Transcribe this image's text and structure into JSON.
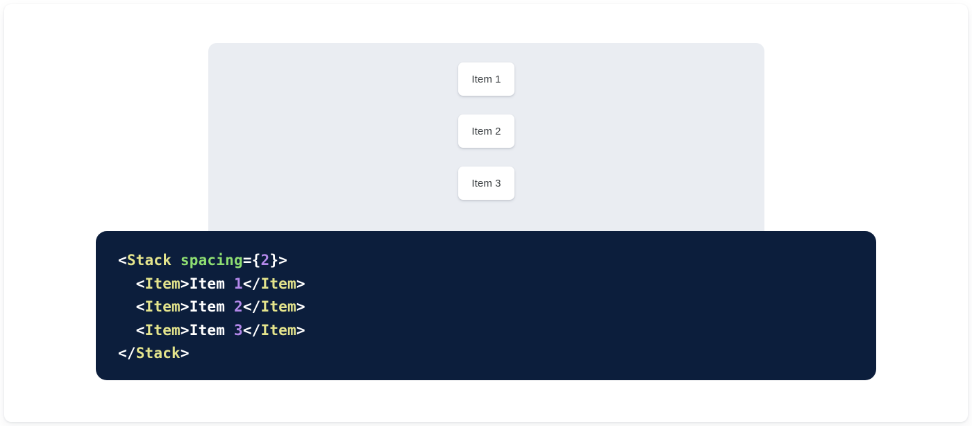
{
  "preview": {
    "panel_background": "#eaedf2",
    "items": [
      {
        "label": "Item 1"
      },
      {
        "label": "Item 2"
      },
      {
        "label": "Item 3"
      }
    ]
  },
  "code": {
    "background": "#0c1e3c",
    "language": "jsx",
    "colors": {
      "punctuation": "#ffffff",
      "tag": "#e4e48c",
      "attribute": "#8ede72",
      "number": "#b388ea",
      "text": "#ffffff"
    },
    "lines": [
      {
        "indent": "",
        "tokens": [
          {
            "t": "punct",
            "v": "<"
          },
          {
            "t": "tag",
            "v": "Stack"
          },
          {
            "t": "text",
            "v": " "
          },
          {
            "t": "attr",
            "v": "spacing"
          },
          {
            "t": "punct",
            "v": "={"
          },
          {
            "t": "num",
            "v": "2"
          },
          {
            "t": "punct",
            "v": "}>"
          }
        ]
      },
      {
        "indent": "  ",
        "tokens": [
          {
            "t": "punct",
            "v": "<"
          },
          {
            "t": "tag",
            "v": "Item"
          },
          {
            "t": "punct",
            "v": ">"
          },
          {
            "t": "text",
            "v": "Item "
          },
          {
            "t": "num",
            "v": "1"
          },
          {
            "t": "punct",
            "v": "</"
          },
          {
            "t": "tag",
            "v": "Item"
          },
          {
            "t": "punct",
            "v": ">"
          }
        ]
      },
      {
        "indent": "  ",
        "tokens": [
          {
            "t": "punct",
            "v": "<"
          },
          {
            "t": "tag",
            "v": "Item"
          },
          {
            "t": "punct",
            "v": ">"
          },
          {
            "t": "text",
            "v": "Item "
          },
          {
            "t": "num",
            "v": "2"
          },
          {
            "t": "punct",
            "v": "</"
          },
          {
            "t": "tag",
            "v": "Item"
          },
          {
            "t": "punct",
            "v": ">"
          }
        ]
      },
      {
        "indent": "  ",
        "tokens": [
          {
            "t": "punct",
            "v": "<"
          },
          {
            "t": "tag",
            "v": "Item"
          },
          {
            "t": "punct",
            "v": ">"
          },
          {
            "t": "text",
            "v": "Item "
          },
          {
            "t": "num",
            "v": "3"
          },
          {
            "t": "punct",
            "v": "</"
          },
          {
            "t": "tag",
            "v": "Item"
          },
          {
            "t": "punct",
            "v": ">"
          }
        ]
      },
      {
        "indent": "",
        "tokens": [
          {
            "t": "punct",
            "v": "</"
          },
          {
            "t": "tag",
            "v": "Stack"
          },
          {
            "t": "punct",
            "v": ">"
          }
        ]
      }
    ]
  }
}
